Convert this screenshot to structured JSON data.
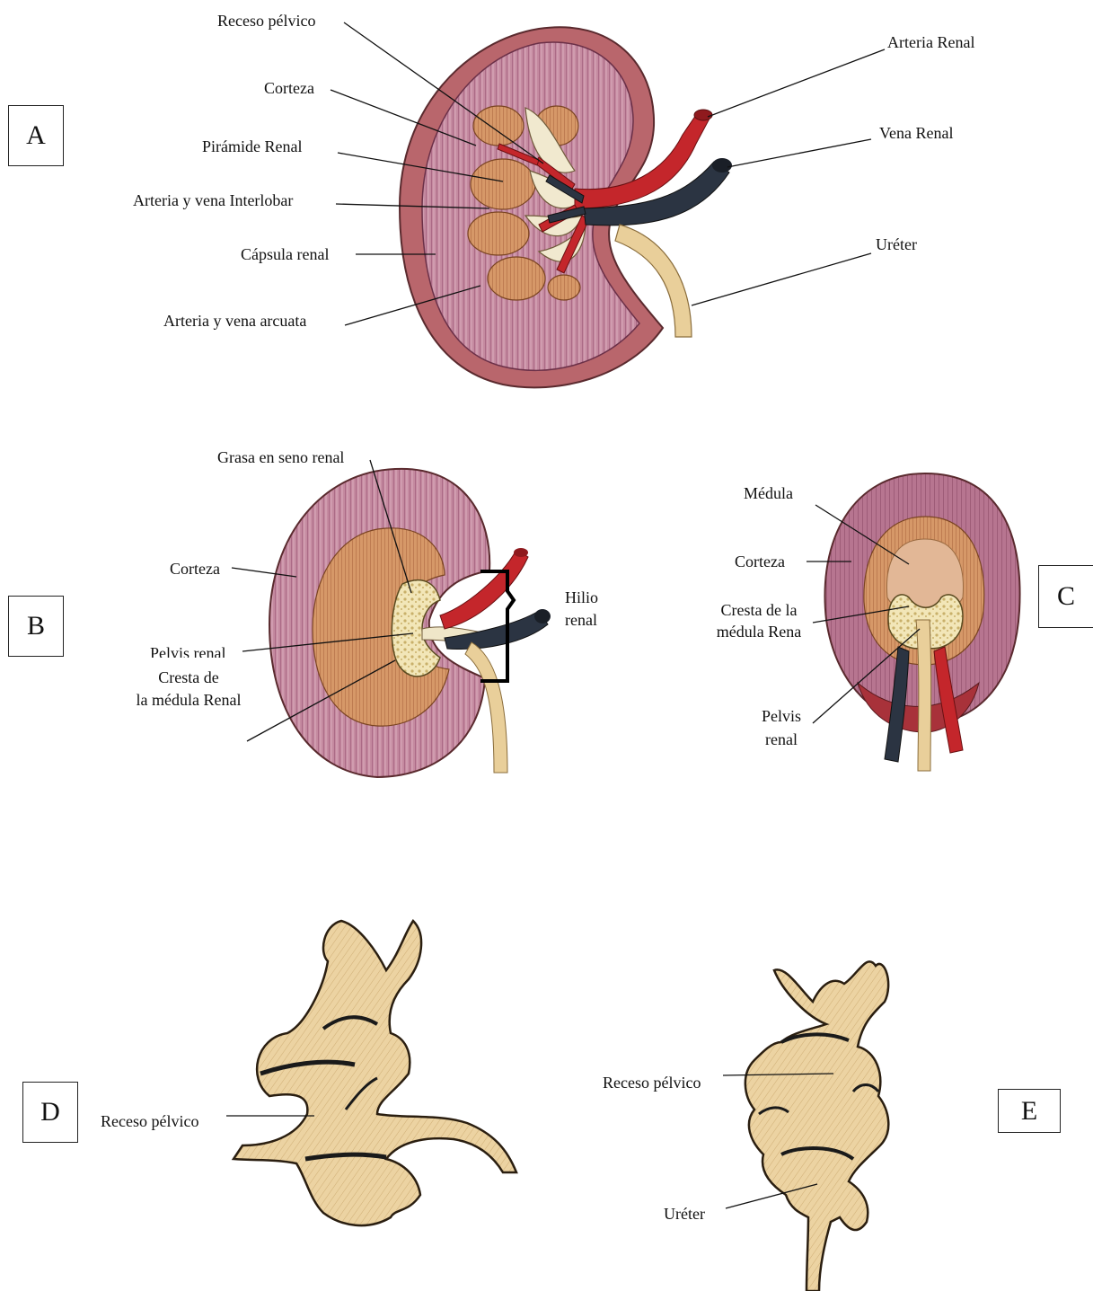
{
  "panels": {
    "A": {
      "box_label": "A",
      "labels": {
        "receso_pelvico": "Receso pélvico",
        "corteza": "Corteza",
        "piramide_renal": "Pirámide Renal",
        "arteria_vena_interlobar": "Arteria y vena  Interlobar",
        "capsula_renal": "Cápsula renal",
        "arteria_vena_arcuata": "Arteria y vena arcuata",
        "arteria_renal": "Arteria Renal",
        "vena_renal": "Vena Renal",
        "ureter": "Uréter"
      }
    },
    "B": {
      "box_label": "B",
      "labels": {
        "grasa_seno_renal": "Grasa en seno renal",
        "corteza": "Corteza",
        "pelvis_renal": "Pelvis renal",
        "cresta_line1": "Cresta de",
        "cresta_line2": "la médula Renal",
        "hilio_line1": "Hilio",
        "hilio_line2": "renal"
      }
    },
    "C": {
      "box_label": "C",
      "labels": {
        "medula": "Médula",
        "corteza": "Corteza",
        "cresta_line1": "Cresta de la",
        "cresta_line2": "médula Rena",
        "pelvis_line1": "Pelvis",
        "pelvis_line2": "renal"
      }
    },
    "D": {
      "box_label": "D",
      "labels": {
        "receso_pelvico": "Receso pélvico"
      }
    },
    "E": {
      "box_label": "E",
      "labels": {
        "receso_pelvico": "Receso pélvico",
        "ureter": "Uréter"
      }
    }
  },
  "colors": {
    "capsule": "#b5656b",
    "cortex": "#c98aa0",
    "cortex_dark": "#8a4560",
    "pyramid": "#d4925e",
    "pelvis": "#efe6c8",
    "artery": "#c4262b",
    "vein": "#2b3442",
    "ureter": "#e9cf9a",
    "cast": "#ecd3a2",
    "cast_dark": "#1a1a1a"
  }
}
